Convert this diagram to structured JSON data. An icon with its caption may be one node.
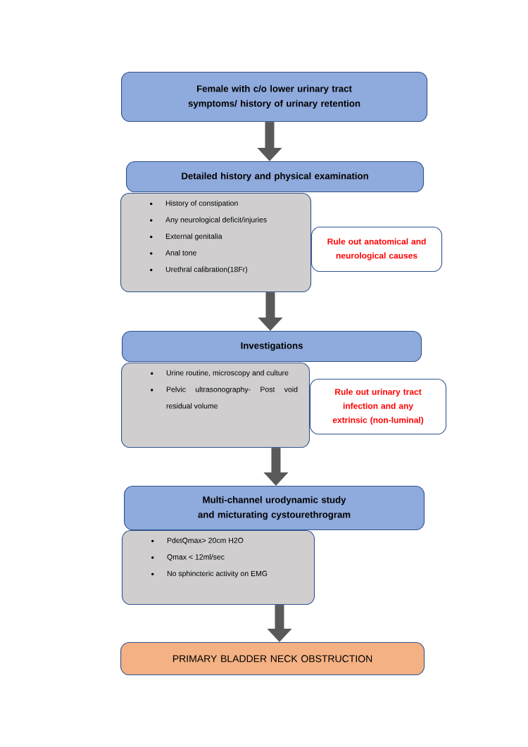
{
  "diagram": {
    "nodes": [
      {
        "text": [
          "Female with c/o lower urinary tract symptoms/ history of urinary retention"
        ]
      },
      {
        "text": [
          "Detailed history and physical examination"
        ]
      },
      {
        "text": [
          "History of constipation",
          "Any neurological deficit/injuries",
          "External genitalia",
          "Anal tone",
          "Urethral calibration(18Fr)"
        ]
      },
      {
        "text": [
          "Rule out anatomical and neurological causes"
        ]
      },
      {
        "text": [
          "Investigations"
        ]
      },
      {
        "text": [
          "Urine routine, microscopy and culture",
          "Pelvic ultrasonography- Post void residual volume"
        ]
      },
      {
        "text": [
          "Rule out urinary tract infection and any extrinsic (non-luminal)"
        ]
      },
      {
        "text": [
          "Multi-channel urodynamic study and micturating cystourethrogram"
        ]
      },
      {
        "text": [
          "PdetQmax> 20cm H2O",
          "Qmax < 12ml/sec",
          "No sphincteric activity on EMG"
        ]
      },
      {
        "text": [
          "PRIMARY BLADDER NECK OBSTRUCTION"
        ]
      }
    ],
    "edges": [
      {
        "from": 0,
        "to": 1,
        "arrow": "to"
      },
      {
        "from": 2,
        "to": 4,
        "arrow": "to"
      },
      {
        "from": 5,
        "to": 7,
        "arrow": "to"
      },
      {
        "from": 8,
        "to": 9,
        "arrow": "to"
      }
    ]
  }
}
